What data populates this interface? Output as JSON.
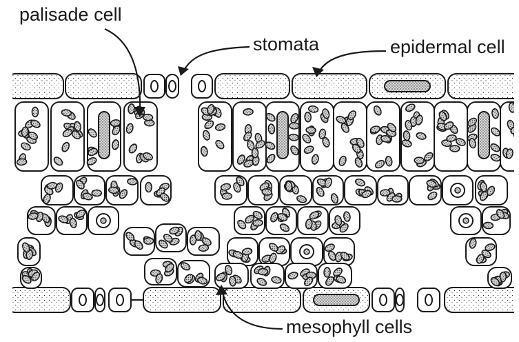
{
  "diagram": {
    "labels": {
      "palisade": "palisade cell",
      "stomata": "stomata",
      "epidermal": "epidermal cell",
      "mesophyll": "mesophyll cells"
    },
    "colors": {
      "ink": "#1a1a1a",
      "background": "#ffffff"
    }
  }
}
